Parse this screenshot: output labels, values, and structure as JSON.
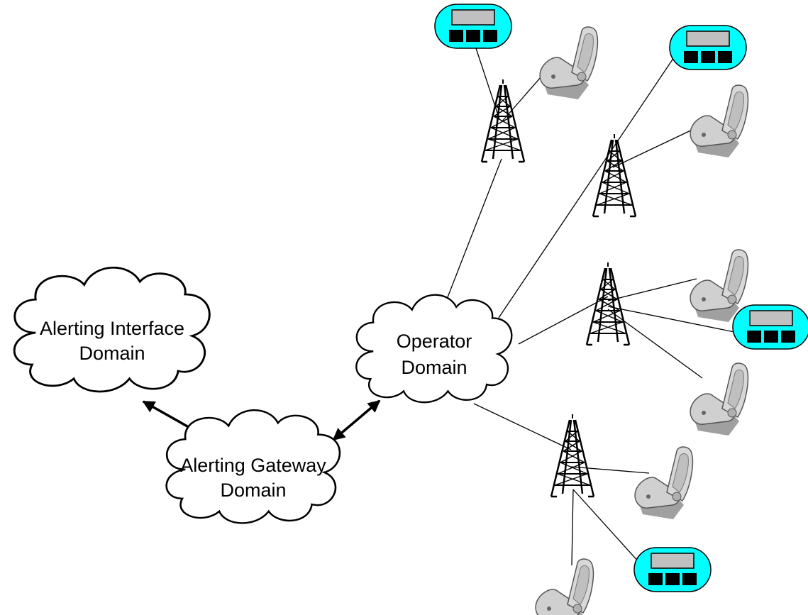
{
  "nodes": {
    "alerting_interface": {
      "line1": "Alerting Interface",
      "line2": "Domain"
    },
    "alerting_gateway": {
      "line1": "Alerting Gateway",
      "line2": "Domain"
    },
    "operator": {
      "line1": "Operator",
      "line2": "Domain"
    }
  },
  "colors": {
    "line": "#000000",
    "cloud_fill": "#ffffff",
    "pager_body": "#00ffff",
    "pager_screen": "#c0c0c0",
    "pager_keys": "#000000",
    "phone_body": "#d4d4d4",
    "phone_shadow": "#808080"
  },
  "icons": {
    "tower": "radio-tower-icon",
    "phone": "mobile-phone-icon",
    "pager": "pager-icon"
  }
}
